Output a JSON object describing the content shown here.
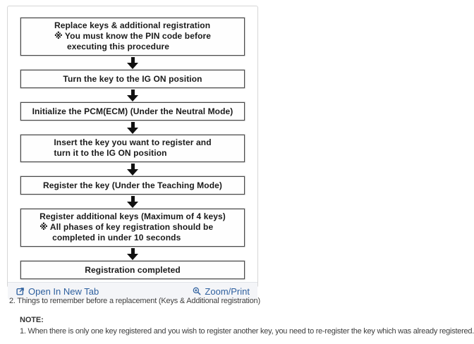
{
  "colors": {
    "link_blue": "#2d5f9e",
    "footer_bg": "#f4f5f8",
    "panel_border": "#d6d6d6",
    "flow_box_border": "#4b4b4b"
  },
  "panel": {
    "flowchart": {
      "steps": [
        {
          "lines": [
            "Replace keys & additional registration",
            "※ You must know the PIN code before",
            "executing this procedure"
          ]
        },
        {
          "lines": [
            "Turn the key to the IG ON position"
          ]
        },
        {
          "lines": [
            "Initialize the PCM(ECM) (Under the Neutral Mode)"
          ]
        },
        {
          "lines": [
            "Insert the key you want to register and",
            "turn it to the IG ON position"
          ]
        },
        {
          "lines": [
            "Register the key (Under the Teaching Mode)"
          ]
        },
        {
          "lines": [
            "Register additional keys (Maximum of 4 keys)",
            "※ All phases of key registration should be",
            "completed in under 10 seconds"
          ]
        },
        {
          "lines": [
            "Registration completed"
          ]
        }
      ]
    },
    "footer": {
      "open_link": {
        "icon": "open-in-new-tab-icon",
        "label": "Open In New Tab"
      },
      "zoom_link": {
        "icon": "zoom-magnifier-plus-icon",
        "label": "Zoom/Print"
      }
    }
  },
  "content": {
    "section_heading": "2. Things to remember before a replacement (Keys & Additional registration)",
    "note": {
      "label": "NOTE:",
      "items": [
        "1. When there is only one key registered and you wish to register another key, you need to re-register the key which was already registered."
      ]
    }
  }
}
